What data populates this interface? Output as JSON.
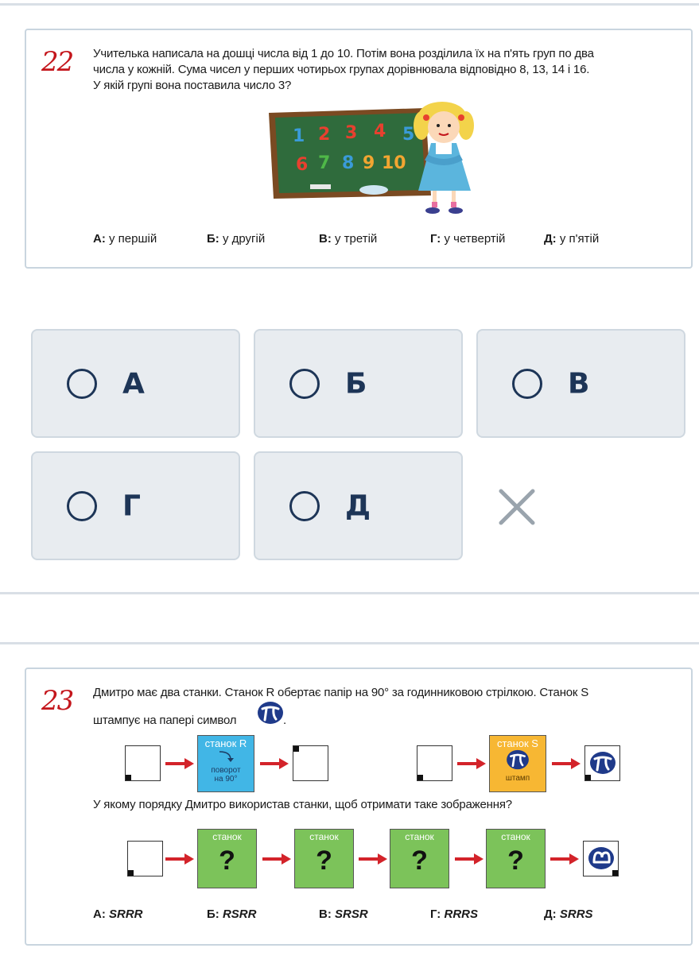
{
  "problem22": {
    "number": "22",
    "text_lines": [
      "Учителька написала на дошці числа від 1 до 10. Потім вона розділила їх на п'ять груп по два",
      "числа у кожній. Сума чисел у перших чотирьох групах дорівнювала відповідно 8, 13, 14 і 16.",
      "У якій групі вона поставила число 3?"
    ],
    "board_numbers_row1": [
      "1",
      "2",
      "3",
      "4",
      "5"
    ],
    "board_numbers_row2": [
      "6",
      "7",
      "8",
      "9",
      "10"
    ],
    "options": [
      {
        "key": "А:",
        "text": " у першій"
      },
      {
        "key": "Б:",
        "text": " у другій"
      },
      {
        "key": "В:",
        "text": " у третій"
      },
      {
        "key": "Г:",
        "text": " у четвертій"
      },
      {
        "key": "Д:",
        "text": " у п'ятій"
      }
    ]
  },
  "answers": [
    {
      "letter": "А"
    },
    {
      "letter": "Б"
    },
    {
      "letter": "В"
    },
    {
      "letter": "Г"
    },
    {
      "letter": "Д"
    }
  ],
  "problem23": {
    "number": "23",
    "line1": "Дмитро має два станки. Станок R обертає папір на 90° за годинниковою стрілкою. Станок S",
    "line2": "штампує на папері символ",
    "line2_end": ".",
    "machine_r": {
      "title": "станок R",
      "caption1": "поворот",
      "caption2": "на 90°"
    },
    "machine_s": {
      "title": "станок S",
      "caption": "штамп"
    },
    "question": "У якому порядку Дмитро використав станки, щоб отримати таке зображення?",
    "machine_label": "станок",
    "qmark": "?",
    "options": [
      {
        "key": "А:",
        "text": " SRRR"
      },
      {
        "key": "Б:",
        "text": " RSRR"
      },
      {
        "key": "В:",
        "text": " SRSR"
      },
      {
        "key": "Г:",
        "text": " RRRS"
      },
      {
        "key": "Д:",
        "text": " SRRS"
      }
    ]
  },
  "colors": {
    "accent_red": "#c4161c",
    "radio": "#1d3557",
    "machine_r": "#41b6e6",
    "machine_s": "#f7b733",
    "machine_q": "#7cc35a",
    "board": "#2f6b3c"
  },
  "icons": [
    "close-x-icon",
    "pi-stamp-icon",
    "girl-illustration",
    "chalkboard-illustration"
  ]
}
